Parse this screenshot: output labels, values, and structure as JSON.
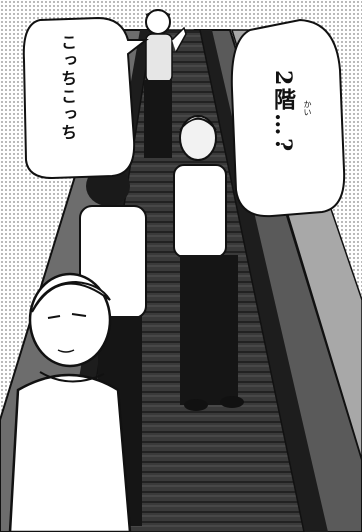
{
  "panel": {
    "speech_left": "こっちこっち",
    "speech_right": "2階…?",
    "speech_right_ruby": "かい"
  },
  "colors": {
    "ink": "#111111",
    "screentone": "#bdbdbd",
    "paper": "#ffffff"
  }
}
